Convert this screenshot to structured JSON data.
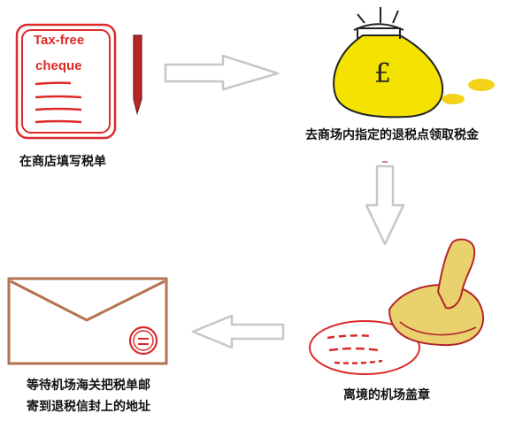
{
  "steps": [
    {
      "caption": "在商店填写税单"
    },
    {
      "caption": "去商场内指定的退税点领取税金"
    },
    {
      "caption": "离境的机场盖章"
    },
    {
      "caption_line1": "等待机场海关把税单邮",
      "caption_line2": "寄到退税信封上的地址"
    }
  ],
  "cheque": {
    "line1": "Tax-free",
    "line2": "cheque"
  },
  "moneybag": {
    "symbol": "£"
  },
  "colors": {
    "ink_red": "#dd2a2a",
    "bag_yellow": "#f4e200",
    "coin_yellow": "#f2d31a",
    "stamp_yellow": "#e9d26e",
    "stamp_red": "#b3262a",
    "envelope_brown": "#b37250",
    "arrow_gray": "#c7c7c7"
  }
}
